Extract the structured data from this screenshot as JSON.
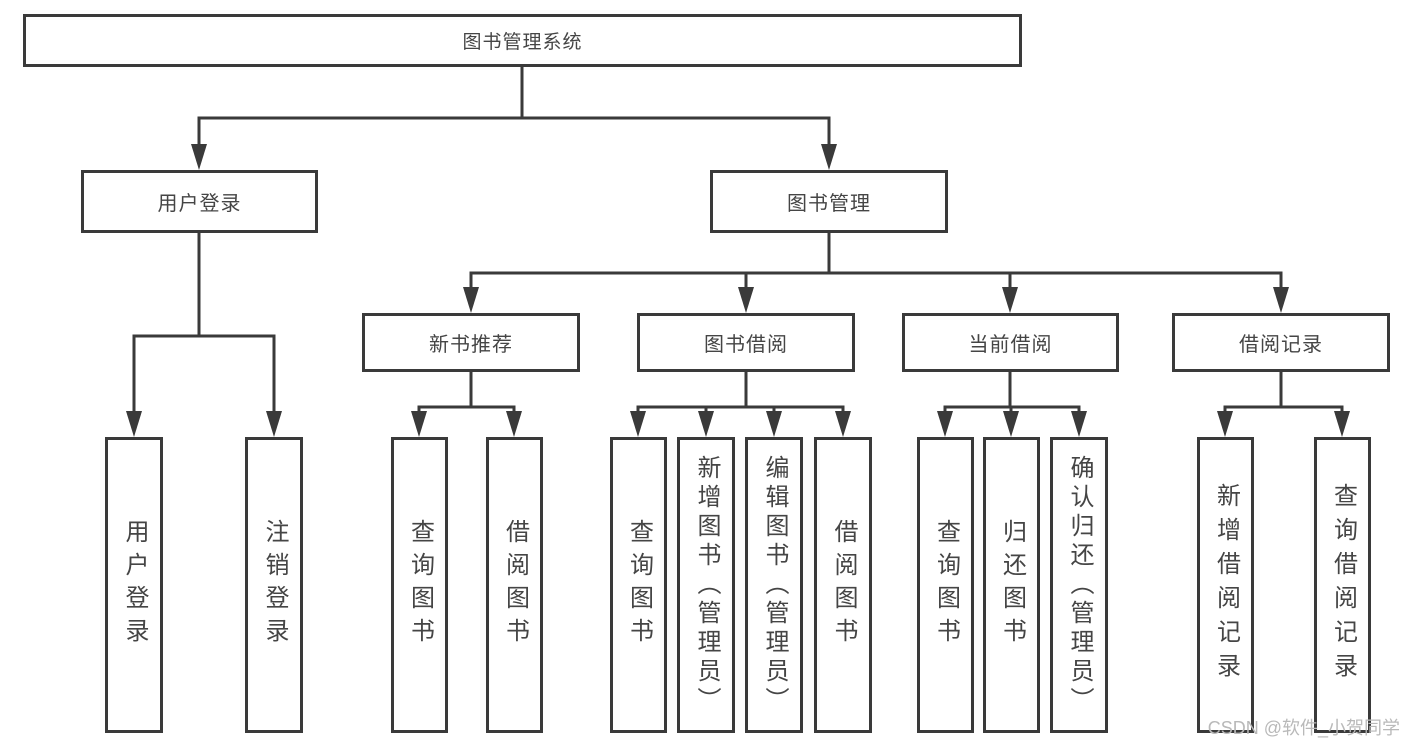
{
  "diagram": {
    "root": {
      "label": "图书管理系统"
    },
    "level2": [
      {
        "label": "用户登录"
      },
      {
        "label": "图书管理"
      }
    ],
    "level3": [
      {
        "label": "新书推荐"
      },
      {
        "label": "图书借阅"
      },
      {
        "label": "当前借阅"
      },
      {
        "label": "借阅记录"
      }
    ],
    "leaves": {
      "user_login": [
        {
          "label": "用户登录"
        },
        {
          "label": "注销登录"
        }
      ],
      "new_book_recommend": [
        {
          "label": "查询图书"
        },
        {
          "label": "借阅图书"
        }
      ],
      "book_borrow": [
        {
          "label": "查询图书"
        },
        {
          "label": "新增图书（管理员）"
        },
        {
          "label": "编辑图书（管理员）"
        },
        {
          "label": "借阅图书"
        }
      ],
      "current_borrow": [
        {
          "label": "查询图书"
        },
        {
          "label": "归还图书"
        },
        {
          "label": "确认归还（管理员）"
        }
      ],
      "borrow_record": [
        {
          "label": "新增借阅记录"
        },
        {
          "label": "查询借阅记录"
        }
      ]
    },
    "watermark": "CSDN @软件_小贺同学",
    "colors": {
      "line": "#3a3a3a",
      "text": "#454545",
      "watermark": "#b9b9b9",
      "background": "#ffffff"
    }
  }
}
